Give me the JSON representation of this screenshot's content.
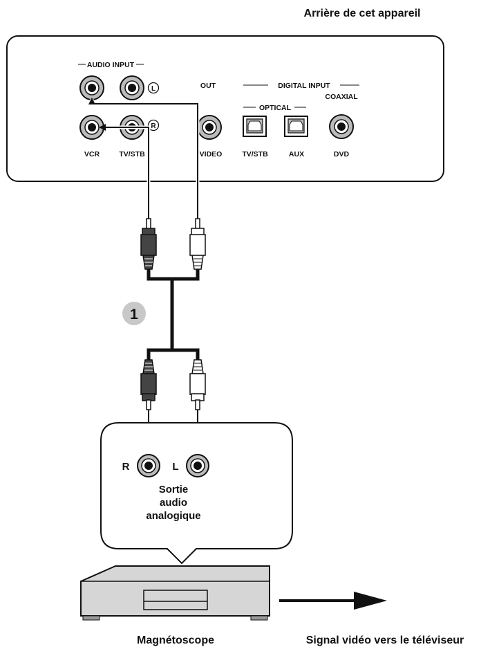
{
  "header_title": "Arrière de cet appareil",
  "panel": {
    "audio_input_label": "AUDIO INPUT",
    "l_marker": "L",
    "r_marker": "R",
    "out_label": "OUT",
    "digital_input_label": "DIGITAL INPUT",
    "optical_label": "OPTICAL",
    "coaxial_label": "COAXIAL",
    "vcr_label": "VCR",
    "tvstb_label": "TV/STB",
    "video_label": "VIDEO",
    "optical_tvstb_label": "TV/STB",
    "aux_label": "AUX",
    "dvd_label": "DVD"
  },
  "step_number": "1",
  "output_bubble": {
    "r_label": "R",
    "l_label": "L",
    "line1": "Sortie",
    "line2": "audio",
    "line3": "analogique"
  },
  "device_label": "Magnétoscope",
  "signal_label": "Signal vidéo vers le téléviseur"
}
